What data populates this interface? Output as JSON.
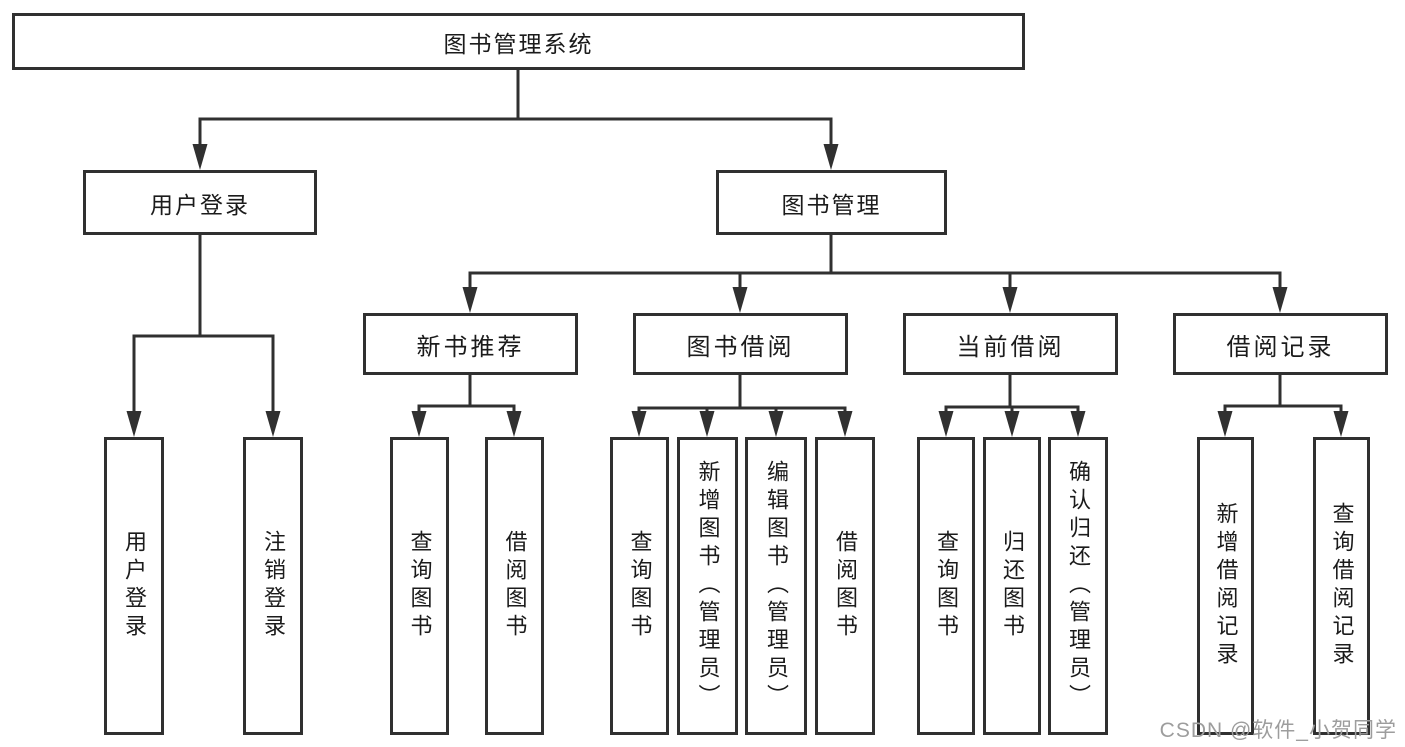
{
  "watermark": "CSDN @软件_小贺同学",
  "colors": {
    "line": "#303030",
    "box_border": "#303030",
    "text": "#1b1b1b",
    "watermark": "#9d9d9d",
    "background": "#ffffff"
  },
  "tree": {
    "label": "图书管理系统",
    "children": [
      {
        "label": "用户登录",
        "children": [
          {
            "label": "用户登录"
          },
          {
            "label": "注销登录"
          }
        ]
      },
      {
        "label": "图书管理",
        "children": [
          {
            "label": "新书推荐",
            "children": [
              {
                "label": "查询图书"
              },
              {
                "label": "借阅图书"
              }
            ]
          },
          {
            "label": "图书借阅",
            "children": [
              {
                "label": "查询图书"
              },
              {
                "label": "新增图书（管理员）"
              },
              {
                "label": "编辑图书（管理员）"
              },
              {
                "label": "借阅图书"
              }
            ]
          },
          {
            "label": "当前借阅",
            "children": [
              {
                "label": "查询图书"
              },
              {
                "label": "归还图书"
              },
              {
                "label": "确认归还（管理员）"
              }
            ]
          },
          {
            "label": "借阅记录",
            "children": [
              {
                "label": "新增借阅记录"
              },
              {
                "label": "查询借阅记录"
              }
            ]
          }
        ]
      }
    ]
  }
}
